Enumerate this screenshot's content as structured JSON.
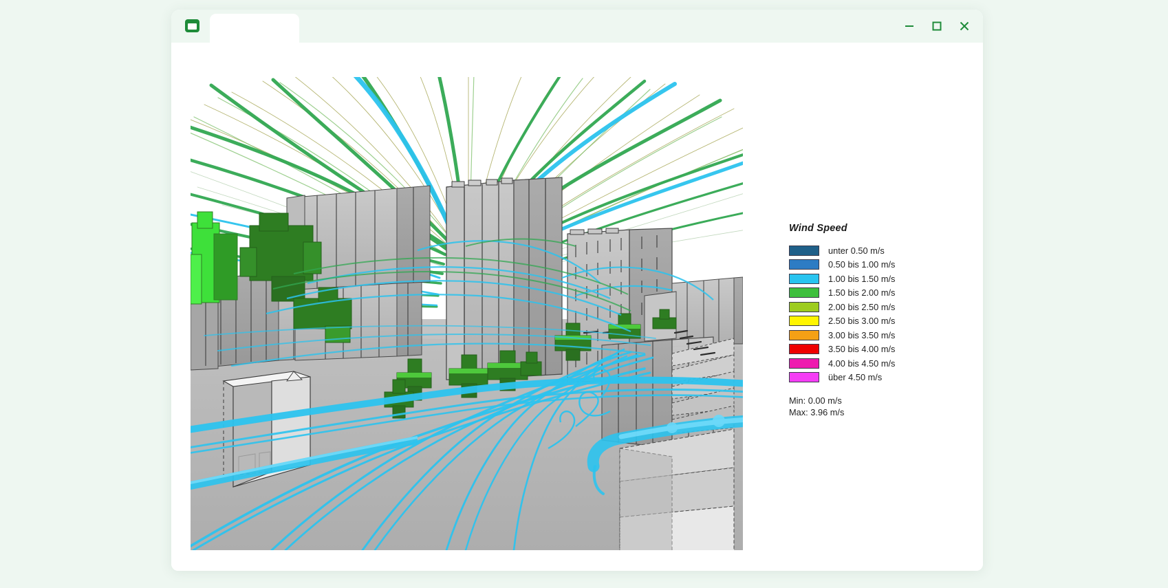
{
  "window": {
    "icon": "browser-window-icon",
    "tab_label": "",
    "controls": [
      {
        "name": "minimize-button",
        "glyph": "minimize"
      },
      {
        "name": "maximize-button",
        "glyph": "maximize"
      },
      {
        "name": "close-button",
        "glyph": "close"
      }
    ],
    "accent_color": "#1e8b39",
    "page_background": "#eef7f1"
  },
  "legend": {
    "title": "Wind Speed",
    "entries": [
      {
        "color": "#1f6089",
        "label": "unter 0.50 m/s"
      },
      {
        "color": "#2d7cc4",
        "label": "0.50 bis 1.00 m/s"
      },
      {
        "color": "#28c4f0",
        "label": "1.00 bis 1.50 m/s"
      },
      {
        "color": "#3dbf3d",
        "label": "1.50 bis 2.00 m/s"
      },
      {
        "color": "#9dcc1f",
        "label": "2.00 bis 2.50 m/s"
      },
      {
        "color": "#fff500",
        "label": "2.50 bis 3.00 m/s"
      },
      {
        "color": "#f5a015",
        "label": "3.00 bis 3.50 m/s"
      },
      {
        "color": "#ee0000",
        "label": "3.50 bis 4.00 m/s"
      },
      {
        "color": "#ee1baf",
        "label": "4.00 bis 4.50 m/s"
      },
      {
        "color": "#f53df5",
        "label": "über 4.50 m/s"
      }
    ],
    "min_text": "Min: 0.00 m/s",
    "max_text": "Max: 3.96 m/s"
  },
  "chart_data": {
    "type": "heatmap",
    "title": "Wind Speed",
    "subtitle": "",
    "description": "3D CFD urban wind-flow visualisation: grey extruded city buildings and green vegetation blocks on a grey ground plane, overlaid with coloured streamline ribbons coloured by wind speed.",
    "xlabel": "",
    "ylabel": "",
    "unit": "m/s",
    "legend_position": "right",
    "grid": false,
    "value_min": 0.0,
    "value_max": 3.96,
    "categories": [
      "unter 0.50 m/s",
      "0.50 bis 1.00 m/s",
      "1.00 bis 1.50 m/s",
      "1.50 bis 2.00 m/s",
      "2.00 bis 2.50 m/s",
      "2.50 bis 3.00 m/s",
      "3.00 bis 3.50 m/s",
      "3.50 bis 4.00 m/s",
      "4.00 bis 4.50 m/s",
      "über 4.50 m/s"
    ],
    "bin_edges": [
      0.0,
      0.5,
      1.0,
      1.5,
      2.0,
      2.5,
      3.0,
      3.5,
      4.0,
      4.5
    ],
    "colors": [
      "#1f6089",
      "#2d7cc4",
      "#28c4f0",
      "#3dbf3d",
      "#9dcc1f",
      "#fff500",
      "#f5a015",
      "#ee0000",
      "#ee1baf",
      "#f53df5"
    ]
  },
  "scene": {
    "sky_color": "#ffffff",
    "ground_color": "#b4b4b4",
    "building_color": "#b8b8b8",
    "building_light": "#d2d2d2",
    "building_dark": "#9a9a9a",
    "vegetation_dark": "#2e7d22",
    "vegetation_light": "#4ddb35",
    "edge_color": "#4a4a4a",
    "streamline_colors": [
      "#28c4f0",
      "#3dbf3d",
      "#a8a858",
      "#9dcc1f"
    ]
  }
}
